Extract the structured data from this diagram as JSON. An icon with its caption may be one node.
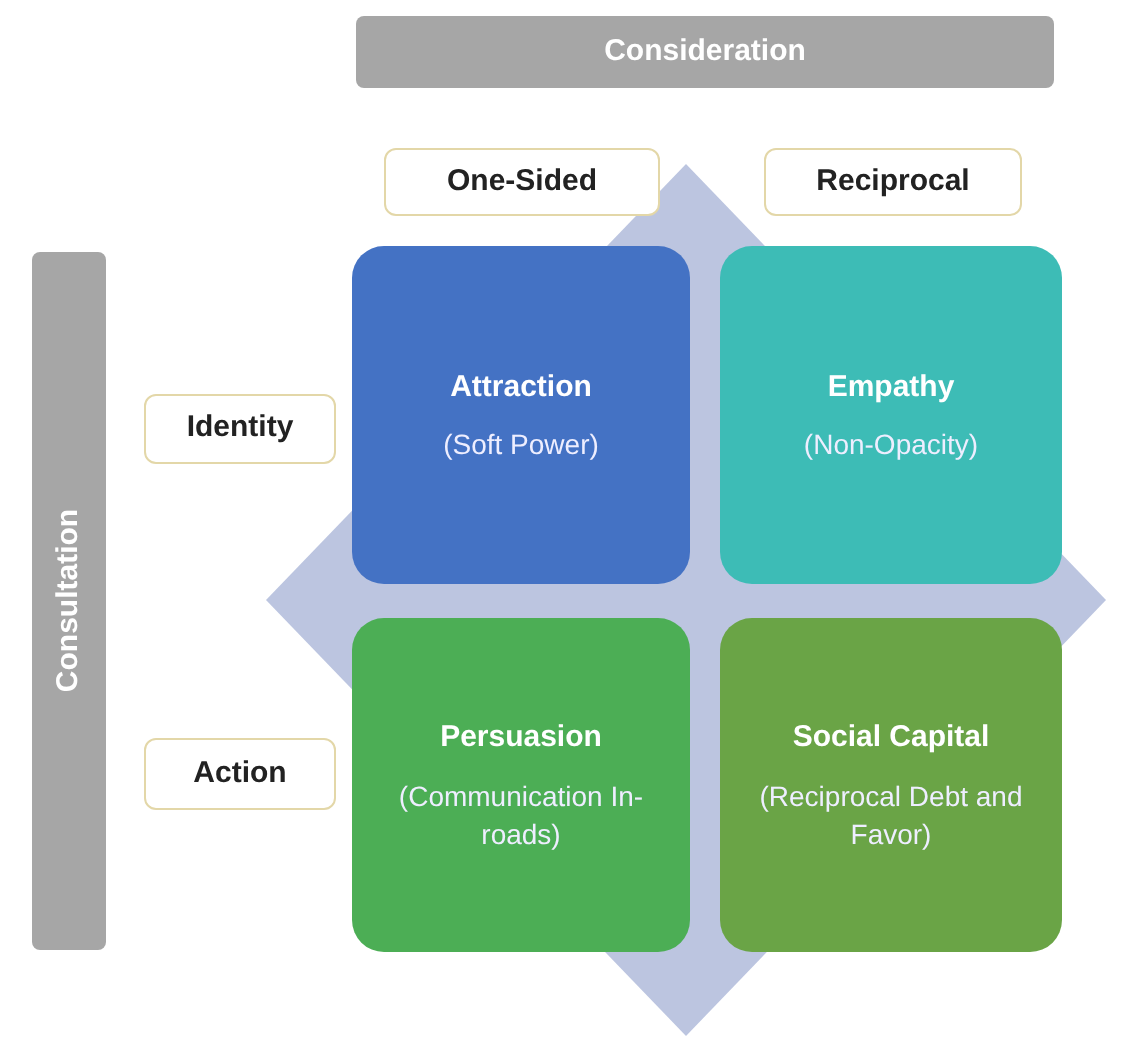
{
  "diagram": {
    "nodes": [
      {
        "text": [
          "Consideration"
        ]
      },
      {
        "text": [
          "Consultation"
        ]
      },
      {
        "text": [
          "One-Sided"
        ]
      },
      {
        "text": [
          "Reciprocal"
        ]
      },
      {
        "text": [
          "Identity"
        ]
      },
      {
        "text": [
          "Action"
        ]
      },
      {
        "text": [
          "Attraction",
          "(Soft Power)"
        ]
      },
      {
        "text": [
          "Empathy",
          "(Non-Opacity)"
        ]
      },
      {
        "text": [
          "Persuasion",
          "(Communication In-roads)"
        ]
      },
      {
        "text": [
          "Social Capital",
          "(Reciprocal Debt and Favor)"
        ]
      }
    ]
  }
}
